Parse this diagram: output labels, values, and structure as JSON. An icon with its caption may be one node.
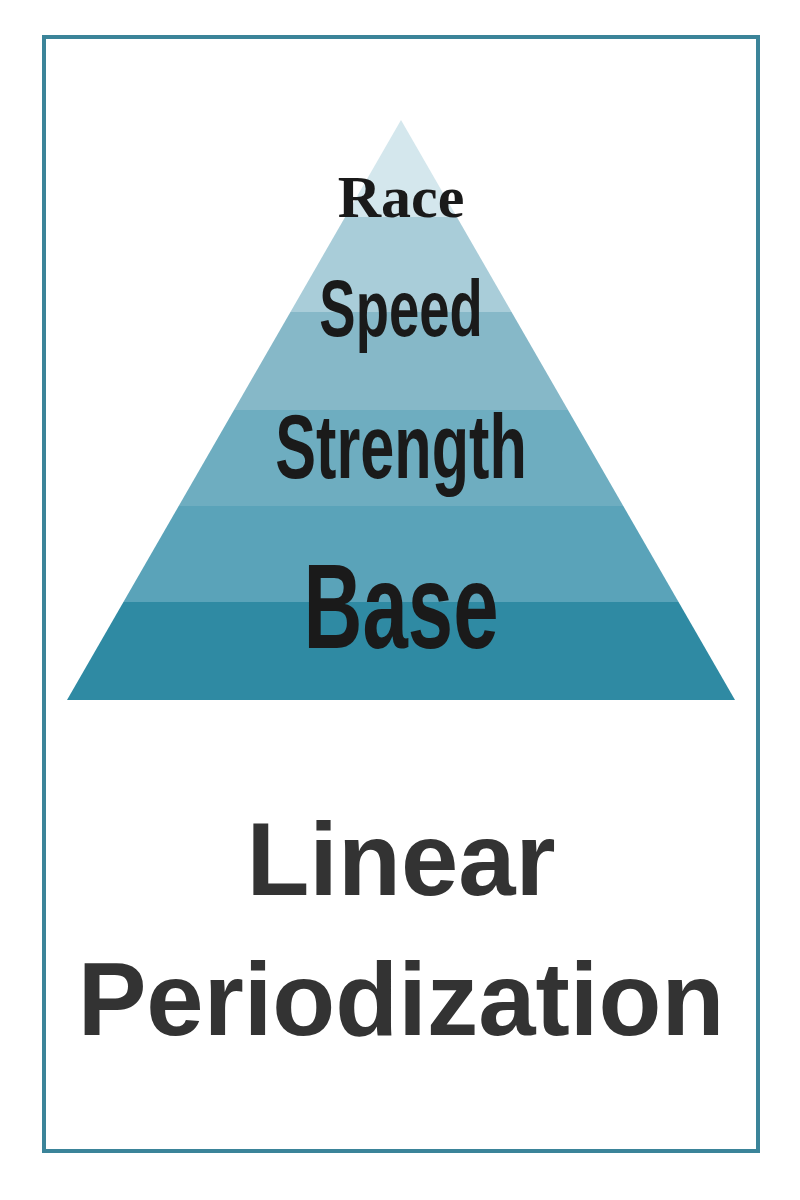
{
  "diagram": {
    "title": "Linear Periodization",
    "nodes": [
      {
        "text": [
          "Race",
          "Speed",
          "Strength",
          "Base"
        ]
      }
    ]
  }
}
